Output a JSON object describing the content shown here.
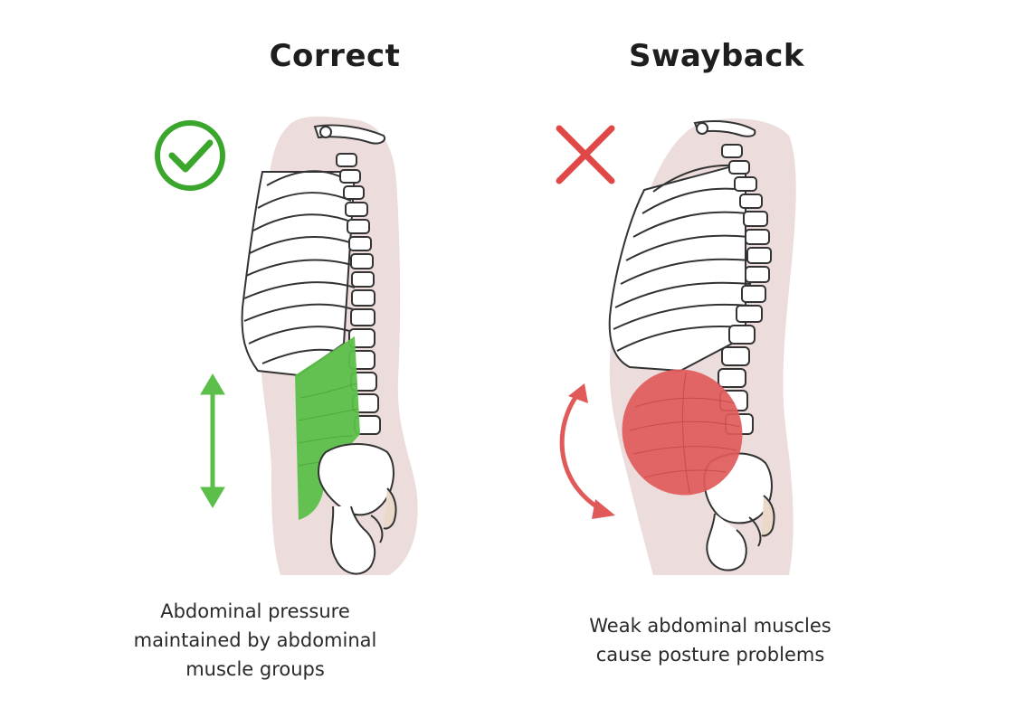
{
  "panels": {
    "correct": {
      "title": "Correct",
      "status_icon": "check-circle-icon",
      "status_color": "#3aa62b",
      "muscle_color": "#5cbf4a",
      "arrow_icon": "vertical-double-arrow-icon",
      "caption_lines": [
        "Abdominal pressure",
        "maintained by abdominal",
        "muscle groups"
      ]
    },
    "swayback": {
      "title": "Swayback",
      "status_icon": "cross-icon",
      "status_color": "#e04848",
      "muscle_color": "#e05a5a",
      "arrow_icon": "curved-double-arrow-icon",
      "caption_lines": [
        "Weak abdominal muscles",
        "cause posture problems"
      ]
    }
  }
}
